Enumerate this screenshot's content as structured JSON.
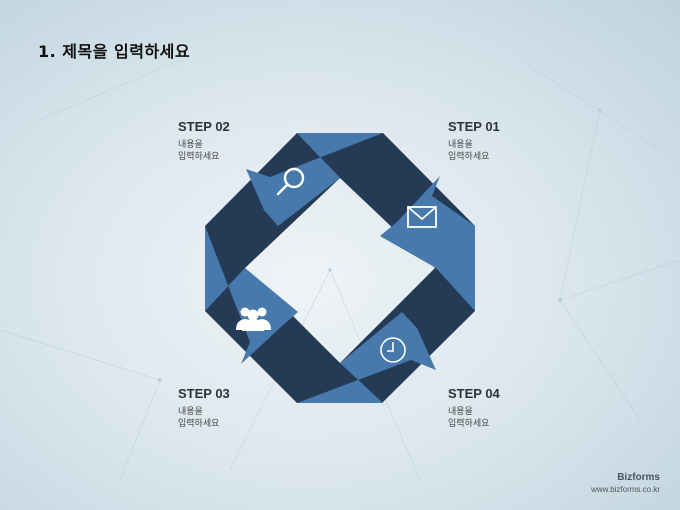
{
  "title": "1. 제목을 입력하세요",
  "steps": [
    {
      "label": "STEP 01",
      "line1": "내용을",
      "line2": "입력하세요",
      "icon": "envelope-icon"
    },
    {
      "label": "STEP 02",
      "line1": "내용을",
      "line2": "입력하세요",
      "icon": "search-icon"
    },
    {
      "label": "STEP 03",
      "line1": "내용을",
      "line2": "입력하세요",
      "icon": "users-icon"
    },
    {
      "label": "STEP 04",
      "line1": "내용을",
      "line2": "입력하세요",
      "icon": "clock-icon"
    }
  ],
  "colors": {
    "arrow_light": "#4779ac",
    "arrow_dark": "#243a55",
    "icon": "#ffffff"
  },
  "brand": {
    "name": "Bizforms",
    "url": "www.bizforms.co.kr"
  }
}
